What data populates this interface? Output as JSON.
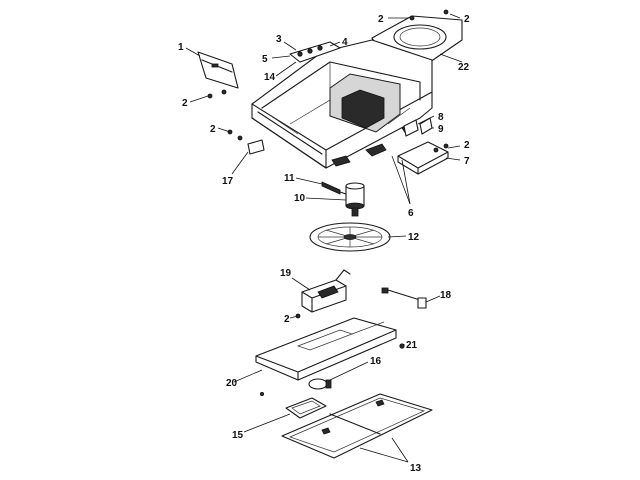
{
  "callouts": {
    "c1": "1",
    "c2a": "2",
    "c2b": "2",
    "c2c": "2",
    "c2d": "2",
    "c2e": "2",
    "c2f": "2",
    "c3": "3",
    "c4": "4",
    "c5": "5",
    "c6": "6",
    "c7": "7",
    "c8": "8",
    "c9": "9",
    "c10": "10",
    "c11": "11",
    "c12": "12",
    "c13": "13",
    "c14": "14",
    "c15": "15",
    "c16": "16",
    "c17": "17",
    "c18": "18",
    "c19": "19",
    "c20": "20",
    "c21": "21",
    "c22": "22"
  }
}
